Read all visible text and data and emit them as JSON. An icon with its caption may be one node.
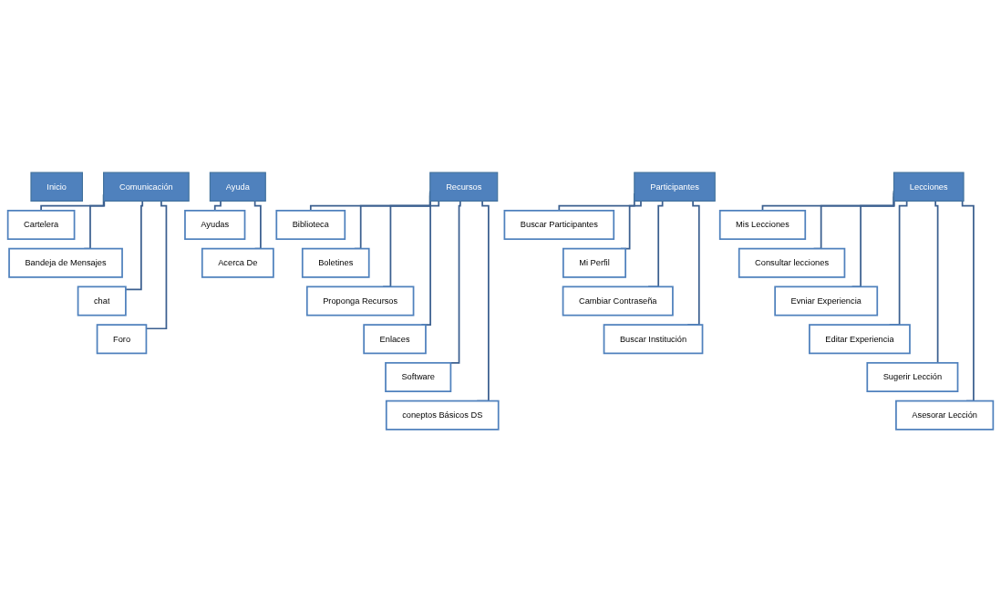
{
  "diagram": {
    "nodes": [
      {
        "text": [
          "Inicio"
        ]
      },
      {
        "text": [
          "Recursos"
        ]
      },
      {
        "text": [
          "Biblioteca"
        ]
      },
      {
        "text": [
          "Boletines"
        ]
      },
      {
        "text": [
          "Proponga Recursos"
        ]
      },
      {
        "text": [
          "Enlaces"
        ]
      },
      {
        "text": [
          "Software"
        ]
      },
      {
        "text": [
          "coneptos Básicos DS"
        ]
      },
      {
        "text": [
          "Lecciones"
        ]
      },
      {
        "text": [
          "Mis Lecciones"
        ]
      },
      {
        "text": [
          "Consultar lecciones"
        ]
      },
      {
        "text": [
          "Evniar Experiencia"
        ]
      },
      {
        "text": [
          "Editar Experiencia"
        ]
      },
      {
        "text": [
          "Sugerir Lección"
        ]
      },
      {
        "text": [
          "Asesorar Lección"
        ]
      },
      {
        "text": [
          "Comunicación"
        ]
      },
      {
        "text": [
          "Cartelera"
        ]
      },
      {
        "text": [
          "Bandeja de Mensajes"
        ]
      },
      {
        "text": [
          "chat"
        ]
      },
      {
        "text": [
          "Foro"
        ]
      },
      {
        "text": [
          "Participantes"
        ]
      },
      {
        "text": [
          "Buscar Participantes"
        ]
      },
      {
        "text": [
          "Mi Perfil"
        ]
      },
      {
        "text": [
          "Cambiar Contraseña"
        ]
      },
      {
        "text": [
          "Buscar Institución"
        ]
      },
      {
        "text": [
          "Ayuda"
        ]
      },
      {
        "text": [
          "Ayudas"
        ]
      },
      {
        "text": [
          "Acerca De"
        ]
      }
    ],
    "edges": [
      {
        "from": 1,
        "to": 2,
        "arrow": "none"
      },
      {
        "from": 1,
        "to": 3,
        "arrow": "none"
      },
      {
        "from": 1,
        "to": 4,
        "arrow": "none"
      },
      {
        "from": 1,
        "to": 5,
        "arrow": "none"
      },
      {
        "from": 1,
        "to": 6,
        "arrow": "none"
      },
      {
        "from": 1,
        "to": 7,
        "arrow": "none"
      },
      {
        "from": 8,
        "to": 9,
        "arrow": "none"
      },
      {
        "from": 8,
        "to": 10,
        "arrow": "none"
      },
      {
        "from": 8,
        "to": 11,
        "arrow": "none"
      },
      {
        "from": 8,
        "to": 12,
        "arrow": "none"
      },
      {
        "from": 8,
        "to": 13,
        "arrow": "none"
      },
      {
        "from": 8,
        "to": 14,
        "arrow": "none"
      },
      {
        "from": 15,
        "to": 16,
        "arrow": "none"
      },
      {
        "from": 15,
        "to": 17,
        "arrow": "none"
      },
      {
        "from": 15,
        "to": 18,
        "arrow": "none"
      },
      {
        "from": 15,
        "to": 19,
        "arrow": "none"
      },
      {
        "from": 20,
        "to": 21,
        "arrow": "none"
      },
      {
        "from": 20,
        "to": 22,
        "arrow": "none"
      },
      {
        "from": 20,
        "to": 23,
        "arrow": "none"
      },
      {
        "from": 20,
        "to": 24,
        "arrow": "none"
      },
      {
        "from": 25,
        "to": 26,
        "arrow": "none"
      },
      {
        "from": 25,
        "to": 27,
        "arrow": "none"
      }
    ]
  }
}
